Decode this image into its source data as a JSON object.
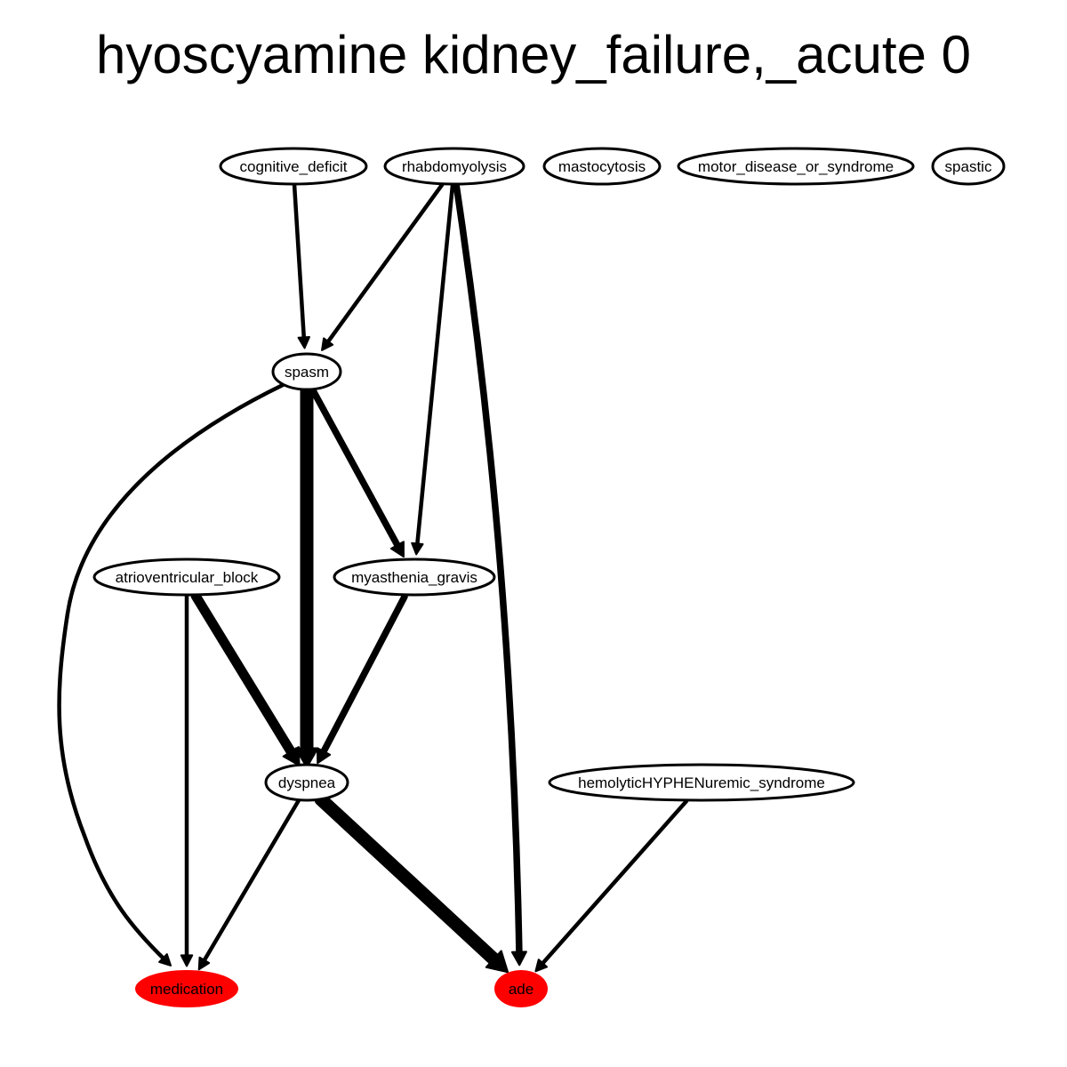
{
  "title": "hyoscyamine kidney_failure,_acute 0",
  "colors": {
    "outcome_fill": "#ff0000",
    "node_fill": "#ffffff",
    "stroke": "#000000"
  },
  "nodes": [
    {
      "id": "cognitive_deficit",
      "label": "cognitive_deficit",
      "outcome": false
    },
    {
      "id": "rhabdomyolysis",
      "label": "rhabdomyolysis",
      "outcome": false
    },
    {
      "id": "mastocytosis",
      "label": "mastocytosis",
      "outcome": false
    },
    {
      "id": "motor_disease_or_syndrome",
      "label": "motor_disease_or_syndrome",
      "outcome": false
    },
    {
      "id": "spastic",
      "label": "spastic",
      "outcome": false
    },
    {
      "id": "spasm",
      "label": "spasm",
      "outcome": false
    },
    {
      "id": "atrioventricular_block",
      "label": "atrioventricular_block",
      "outcome": false
    },
    {
      "id": "myasthenia_gravis",
      "label": "myasthenia_gravis",
      "outcome": false
    },
    {
      "id": "dyspnea",
      "label": "dyspnea",
      "outcome": false
    },
    {
      "id": "hemolyticHYPHENuremic_syndrome",
      "label": "hemolyticHYPHENuremic_syndrome",
      "outcome": false
    },
    {
      "id": "medication",
      "label": "medication",
      "outcome": true
    },
    {
      "id": "ade",
      "label": "ade",
      "outcome": true
    }
  ],
  "edges": [
    {
      "from": "cognitive_deficit",
      "to": "spasm",
      "weight": 1
    },
    {
      "from": "rhabdomyolysis",
      "to": "spasm",
      "weight": 1
    },
    {
      "from": "rhabdomyolysis",
      "to": "myasthenia_gravis",
      "weight": 1
    },
    {
      "from": "rhabdomyolysis",
      "to": "ade",
      "weight": 2
    },
    {
      "from": "spasm",
      "to": "medication",
      "weight": 1
    },
    {
      "from": "spasm",
      "to": "dyspnea",
      "weight": 4
    },
    {
      "from": "spasm",
      "to": "myasthenia_gravis",
      "weight": 2
    },
    {
      "from": "atrioventricular_block",
      "to": "medication",
      "weight": 1
    },
    {
      "from": "atrioventricular_block",
      "to": "dyspnea",
      "weight": 3
    },
    {
      "from": "myasthenia_gravis",
      "to": "dyspnea",
      "weight": 2
    },
    {
      "from": "dyspnea",
      "to": "medication",
      "weight": 1
    },
    {
      "from": "dyspnea",
      "to": "ade",
      "weight": 4
    },
    {
      "from": "hemolyticHYPHENuremic_syndrome",
      "to": "ade",
      "weight": 1
    }
  ]
}
